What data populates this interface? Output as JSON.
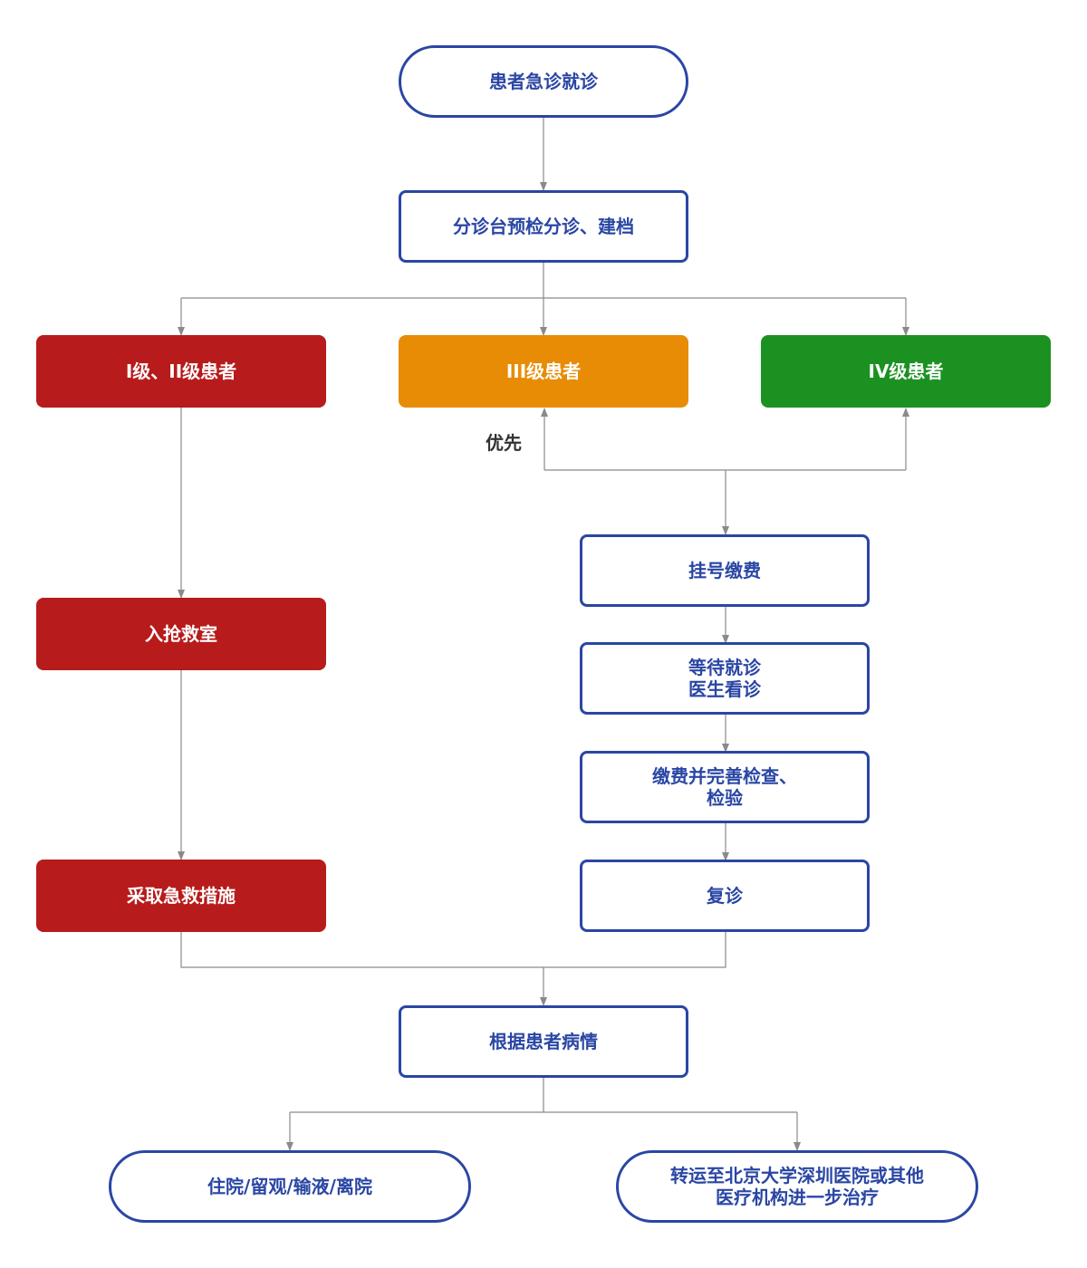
{
  "colors": {
    "outline": "#2a46a4",
    "level_1_2": "#b71b1b",
    "level_3": "#e88c06",
    "level_4": "#1b9121",
    "connector": "#8a8a8a",
    "label": "#333333"
  },
  "nodes": {
    "start": "患者急诊就诊",
    "triage": "分诊台预检分诊、建档",
    "level_1_2": "I级、II级患者",
    "level_3": "III级患者",
    "level_4": "IV级患者",
    "rescue_room": "入抢救室",
    "emergency_measures": "采取急救措施",
    "register_pay": "挂号缴费",
    "wait_consult": "等待就诊\n医生看诊",
    "pay_exams": "缴费并完善检查、\n检验",
    "follow_up": "复诊",
    "by_condition": "根据患者病情",
    "outcome_local": "住院/留观/输液/离院",
    "outcome_transfer": "转运至北京大学深圳医院或其他\n医疗机构进一步治疗"
  },
  "edge_labels": {
    "priority": "优先"
  }
}
